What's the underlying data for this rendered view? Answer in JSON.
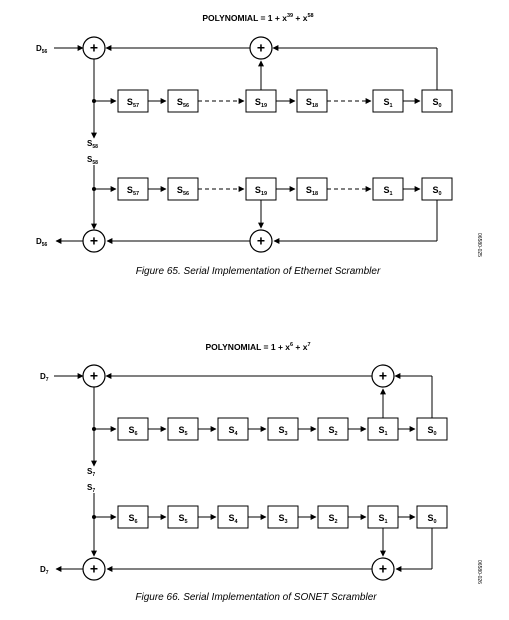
{
  "fig65": {
    "poly_prefix": "POLYNOMIAL = 1 + x",
    "poly_exp1": "39",
    "poly_mid": " + x",
    "poly_exp2": "58",
    "input": {
      "main": "D",
      "sub": "56"
    },
    "output": {
      "main": "D",
      "sub": "56"
    },
    "tap_top": {
      "main": "S",
      "sub": "58"
    },
    "tap_bottom": {
      "main": "S",
      "sub": "58"
    },
    "top_boxes": [
      {
        "main": "S",
        "sub": "57"
      },
      {
        "main": "S",
        "sub": "56"
      },
      {
        "main": "S",
        "sub": "19"
      },
      {
        "main": "S",
        "sub": "18"
      },
      {
        "main": "S",
        "sub": "1"
      },
      {
        "main": "S",
        "sub": "0"
      }
    ],
    "bottom_boxes": [
      {
        "main": "S",
        "sub": "57"
      },
      {
        "main": "S",
        "sub": "56"
      },
      {
        "main": "S",
        "sub": "19"
      },
      {
        "main": "S",
        "sub": "18"
      },
      {
        "main": "S",
        "sub": "1"
      },
      {
        "main": "S",
        "sub": "0"
      }
    ],
    "xor_symbol": "+",
    "caption": "Figure 65. Serial Implementation of Ethernet Scrambler",
    "code": "06580-025"
  },
  "fig66": {
    "poly_prefix": "POLYNOMIAL = 1 + x",
    "poly_exp1": "6",
    "poly_mid": " + x",
    "poly_exp2": "7",
    "input": {
      "main": "D",
      "sub": "7"
    },
    "output": {
      "main": "D",
      "sub": "7"
    },
    "tap_top": {
      "main": "S",
      "sub": "7"
    },
    "tap_bottom": {
      "main": "S",
      "sub": "7"
    },
    "top_boxes": [
      {
        "main": "S",
        "sub": "6"
      },
      {
        "main": "S",
        "sub": "5"
      },
      {
        "main": "S",
        "sub": "4"
      },
      {
        "main": "S",
        "sub": "3"
      },
      {
        "main": "S",
        "sub": "2"
      },
      {
        "main": "S",
        "sub": "1"
      },
      {
        "main": "S",
        "sub": "0"
      }
    ],
    "bottom_boxes": [
      {
        "main": "S",
        "sub": "6"
      },
      {
        "main": "S",
        "sub": "5"
      },
      {
        "main": "S",
        "sub": "4"
      },
      {
        "main": "S",
        "sub": "3"
      },
      {
        "main": "S",
        "sub": "2"
      },
      {
        "main": "S",
        "sub": "1"
      },
      {
        "main": "S",
        "sub": "0"
      }
    ],
    "xor_symbol": "+",
    "caption": "Figure 66. Serial Implementation of SONET Scrambler",
    "code": "06580-026"
  }
}
